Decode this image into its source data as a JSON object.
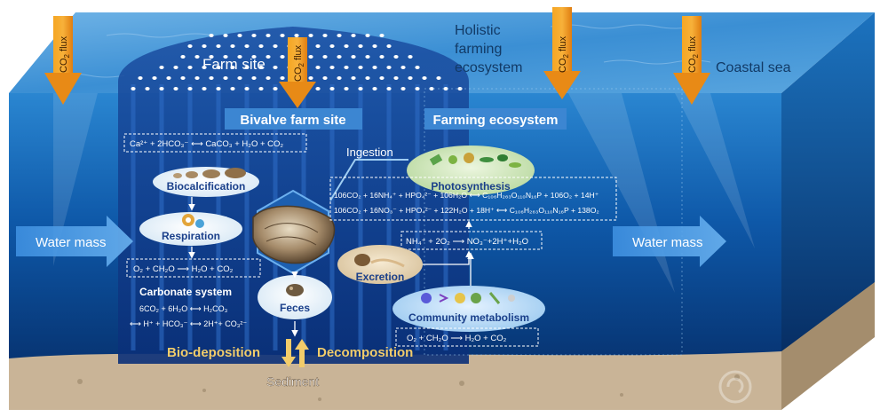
{
  "flux": {
    "label": "CO",
    "sub": "2",
    "tail": " flux"
  },
  "regions": {
    "farm_site": "Farm site",
    "holistic": [
      "Holistic",
      "farming",
      "ecosystem"
    ],
    "coastal_sea": "Coastal sea"
  },
  "banners": {
    "bivalve": "Bivalve farm site",
    "farming": "Farming ecosystem"
  },
  "water_mass": {
    "left": "Water mass",
    "right": "Water mass"
  },
  "ingestion": "Ingestion",
  "processes": {
    "biocalcification": "Biocalcification",
    "respiration": "Respiration",
    "photosynthesis": "Photosynthesis",
    "excretion": "Excretion",
    "feces": "Feces",
    "community": "Community metabolism"
  },
  "equations": {
    "calcification": "Ca²⁺ + 2HCO₃⁻ ⟷ CaCO₃ + H₂O + CO₂",
    "respiration": "O₂ + CH₂O ⟶ H₂O + CO₂",
    "carbonate_title": "Carbonate system",
    "carbonate_1": "6CO₂ + 6H₂O ⟷ H₂CO₃",
    "carbonate_2": "⟷ H⁺ + HCO₃⁻ ⟷ 2H⁺+ CO₃²⁻",
    "photo_1": "106CO₂ + 16NH₄⁺ + HPO₄²⁻ + 106H₂O ⟷ C₁₀₆H₂₆₃O₁₁₀N₁₆P + 106O₂ + 14H⁺",
    "photo_2": "106CO₂ + 16NO₃⁻ + HPO₄²⁻ + 122H₂O + 18H⁺ ⟷ C₁₀₆H₂₆₃O₁₁₀N₁₆P + 138O₂",
    "nitrification": "NH₄⁺ + 2O₂ ⟶ NO₃⁻+2H⁺+H₂O",
    "community": "O₂ + CH₂O ⟶ H₂O + CO₂"
  },
  "sediment": {
    "biodeposition": "Bio-deposition",
    "decomposition": "Decomposition",
    "label": "Sediment"
  },
  "colors": {
    "arrow_orange": "#f39a1e",
    "gold_text": "#f2cc6a",
    "banner": "#3c86d2",
    "ocean": "#0d4c96",
    "sediment": "#c9b497"
  }
}
